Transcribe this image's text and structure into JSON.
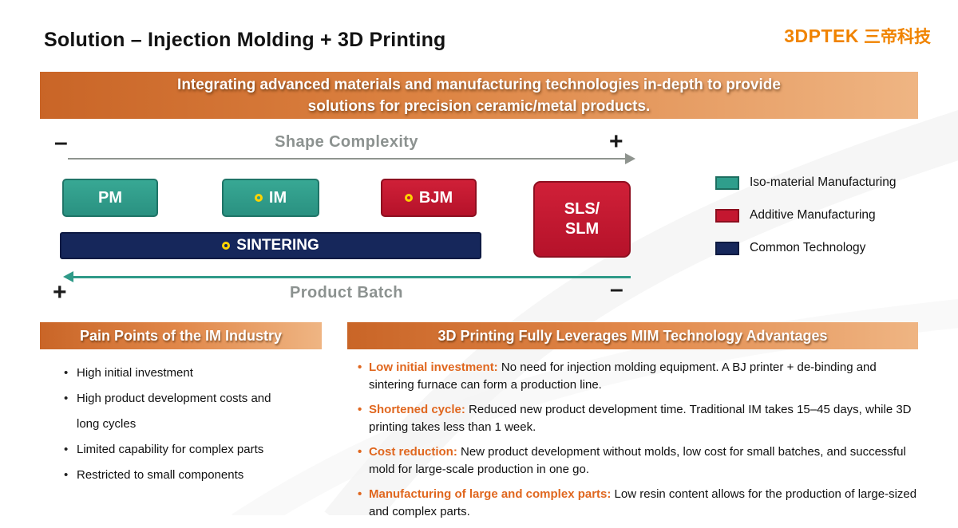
{
  "slide": {
    "title": "Solution – Injection Molding + 3D Printing"
  },
  "logo": {
    "latin": "3DPTEK",
    "cjk": "三帝科技"
  },
  "banner": {
    "line1": "Integrating advanced materials and manufacturing technologies in-depth to provide",
    "line2": "solutions for precision ceramic/metal products."
  },
  "diagram": {
    "top_axis": {
      "label": "Shape Complexity",
      "left_sign": "–",
      "right_sign": "+"
    },
    "bottom_axis": {
      "label": "Product Batch",
      "left_sign": "+",
      "right_sign": "–"
    },
    "boxes": {
      "pm": "PM",
      "im": "IM",
      "bjm": "BJM",
      "sls_line1": "SLS/",
      "sls_line2": "SLM",
      "sintering": "SINTERING"
    },
    "legend": [
      {
        "label": "Iso-material Manufacturing",
        "color": "#2f9e8c"
      },
      {
        "label": "Additive Manufacturing",
        "color": "#c41730"
      },
      {
        "label": "Common Technology",
        "color": "#16275b"
      }
    ]
  },
  "pain_points": {
    "title": "Pain Points of the IM Industry",
    "items": [
      "High initial investment",
      "High product development costs and long cycles",
      "Limited capability for complex parts",
      "Restricted to small components"
    ]
  },
  "advantages": {
    "title": "3D Printing Fully Leverages MIM Technology Advantages",
    "items": [
      {
        "lead": "Low initial investment:",
        "text": " No need for injection molding equipment. A BJ printer + de-binding and sintering furnace can form a production line."
      },
      {
        "lead": "Shortened cycle:",
        "text": " Reduced new product development time. Traditional IM takes 15–45 days, while 3D printing takes less than 1 week."
      },
      {
        "lead": "Cost reduction:",
        "text": " New product development without molds, low cost for small batches, and successful mold for large-scale production in one go."
      },
      {
        "lead": "Manufacturing of large and complex parts:",
        "text": " Low resin content allows for the production of large-sized and complex parts."
      }
    ]
  },
  "colors": {
    "accent_orange": "#e0671f",
    "teal": "#2f9e8c",
    "red": "#c41730",
    "navy": "#16275b",
    "logo_orange": "#f08300",
    "banner_gradient_left": "#c96527",
    "banner_gradient_right": "#efb583",
    "ring_yellow": "#ffd400"
  }
}
